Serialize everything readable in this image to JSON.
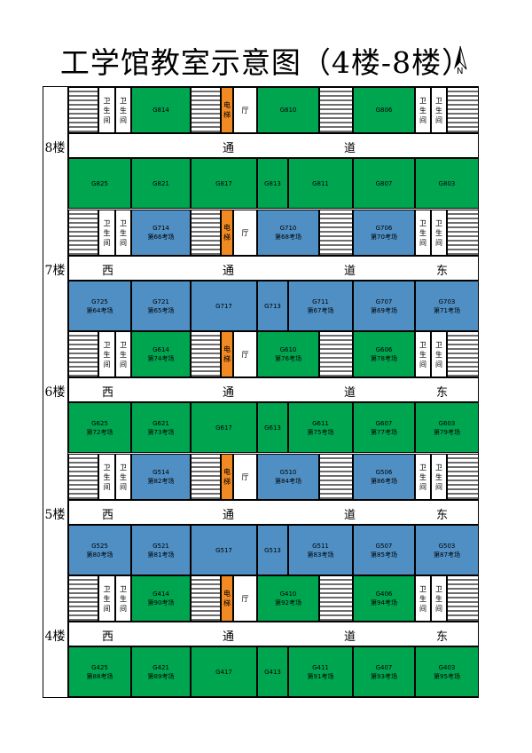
{
  "title": "工学馆教室示意图（4楼-8楼）",
  "compass_label": "N",
  "colors": {
    "green": "#00a550",
    "blue": "#4f8fc4",
    "orange": "#f28a24",
    "stairs": "#6d6d6d"
  },
  "labels": {
    "restroom": "卫生间",
    "elevator": "电梯",
    "hall": "厅",
    "west": "西",
    "east": "东",
    "corridor_a": "通",
    "corridor_b": "道"
  },
  "floors": [
    {
      "label": "8楼",
      "color": "green",
      "show_directions": false,
      "north": [
        {
          "code": "G814",
          "exam": ""
        },
        {
          "code": "G810",
          "exam": ""
        },
        {
          "code": "G806",
          "exam": ""
        }
      ],
      "south": [
        {
          "code": "G825",
          "exam": ""
        },
        {
          "code": "G821",
          "exam": ""
        },
        {
          "code": "G817",
          "exam": ""
        },
        {
          "code": "G813",
          "exam": ""
        },
        {
          "code": "G811",
          "exam": ""
        },
        {
          "code": "G807",
          "exam": ""
        },
        {
          "code": "G803",
          "exam": ""
        }
      ]
    },
    {
      "label": "7楼",
      "color": "blue",
      "show_directions": true,
      "north": [
        {
          "code": "G714",
          "exam": "第66考场"
        },
        {
          "code": "G710",
          "exam": "第68考场"
        },
        {
          "code": "G706",
          "exam": "第70考场"
        }
      ],
      "south": [
        {
          "code": "G725",
          "exam": "第64考场"
        },
        {
          "code": "G721",
          "exam": "第65考场"
        },
        {
          "code": "G717",
          "exam": ""
        },
        {
          "code": "G713",
          "exam": ""
        },
        {
          "code": "G711",
          "exam": "第67考场"
        },
        {
          "code": "G707",
          "exam": "第69考场"
        },
        {
          "code": "G703",
          "exam": "第71考场"
        }
      ]
    },
    {
      "label": "6楼",
      "color": "green",
      "show_directions": true,
      "north": [
        {
          "code": "G614",
          "exam": "第74考场"
        },
        {
          "code": "G610",
          "exam": "第76考场"
        },
        {
          "code": "G606",
          "exam": "第78考场"
        }
      ],
      "south": [
        {
          "code": "G625",
          "exam": "第72考场"
        },
        {
          "code": "G621",
          "exam": "第73考场"
        },
        {
          "code": "G617",
          "exam": ""
        },
        {
          "code": "G613",
          "exam": ""
        },
        {
          "code": "G611",
          "exam": "第75考场"
        },
        {
          "code": "G607",
          "exam": "第77考场"
        },
        {
          "code": "G603",
          "exam": "第79考场"
        }
      ]
    },
    {
      "label": "5楼",
      "color": "blue",
      "show_directions": true,
      "north": [
        {
          "code": "G514",
          "exam": "第82考场"
        },
        {
          "code": "G510",
          "exam": "第84考场"
        },
        {
          "code": "G506",
          "exam": "第86考场"
        }
      ],
      "south": [
        {
          "code": "G525",
          "exam": "第80考场"
        },
        {
          "code": "G521",
          "exam": "第81考场"
        },
        {
          "code": "G517",
          "exam": ""
        },
        {
          "code": "G513",
          "exam": ""
        },
        {
          "code": "G511",
          "exam": "第83考场"
        },
        {
          "code": "G507",
          "exam": "第85考场"
        },
        {
          "code": "G503",
          "exam": "第87考场"
        }
      ]
    },
    {
      "label": "4楼",
      "color": "green",
      "show_directions": true,
      "north": [
        {
          "code": "G414",
          "exam": "第90考场"
        },
        {
          "code": "G410",
          "exam": "第92考场"
        },
        {
          "code": "G406",
          "exam": "第94考场"
        }
      ],
      "south": [
        {
          "code": "G425",
          "exam": "第88考场"
        },
        {
          "code": "G421",
          "exam": "第89考场"
        },
        {
          "code": "G417",
          "exam": ""
        },
        {
          "code": "G413",
          "exam": ""
        },
        {
          "code": "G411",
          "exam": "第91考场"
        },
        {
          "code": "G407",
          "exam": "第93考场"
        },
        {
          "code": "G403",
          "exam": "第95考场"
        }
      ]
    }
  ]
}
